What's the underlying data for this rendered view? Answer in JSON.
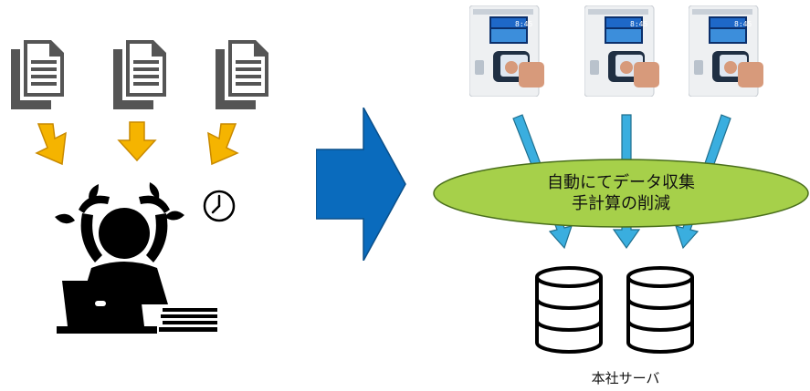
{
  "collection_text": {
    "line1": "自動にてデータ収集",
    "line2": "手計算の削減"
  },
  "server_label": "本社サーバ",
  "colors": {
    "yellow_arrow": "#f5b400",
    "yellow_arrow_edge": "#c98a00",
    "blue_arrow": "#0a6bbd",
    "cyan_arrow": "#3aaedf",
    "ellipse_fill": "#a6d04a",
    "ellipse_stroke": "#4a6f1c",
    "icon_black": "#000000",
    "icon_gray": "#555555"
  },
  "icons": [
    "document-icon",
    "down-arrow-icon",
    "worried-person-icon",
    "clock-icon",
    "laptop-icon",
    "paper-stack-icon",
    "big-right-arrow-icon",
    "time-clock-terminal-icon",
    "database-icon"
  ]
}
